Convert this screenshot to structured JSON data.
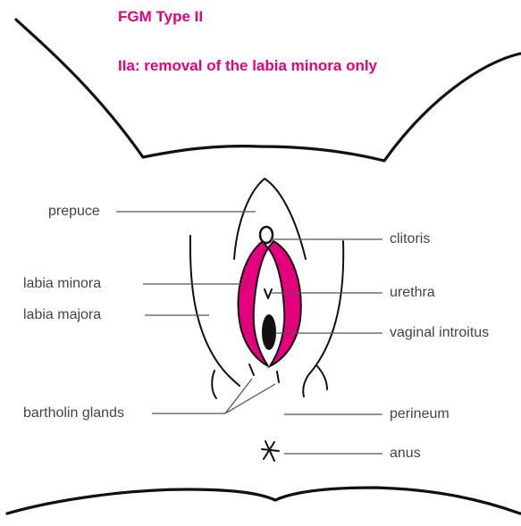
{
  "title": "FGM Type II",
  "subtitle_prefix": "IIa:",
  "subtitle_rest": " removal of the labia minora only",
  "labels": {
    "prepuce": "prepuce",
    "labia_minora": "labia minora",
    "labia_majora": "labia majora",
    "bartholin_glands": "bartholin glands",
    "clitoris": "clitoris",
    "urethra": "urethra",
    "vaginal_introitus": "vaginal introitus",
    "perineum": "perineum",
    "anus": "anus"
  },
  "colors": {
    "accent": "#e5007e",
    "text": "#444444",
    "outline": "#111111"
  }
}
